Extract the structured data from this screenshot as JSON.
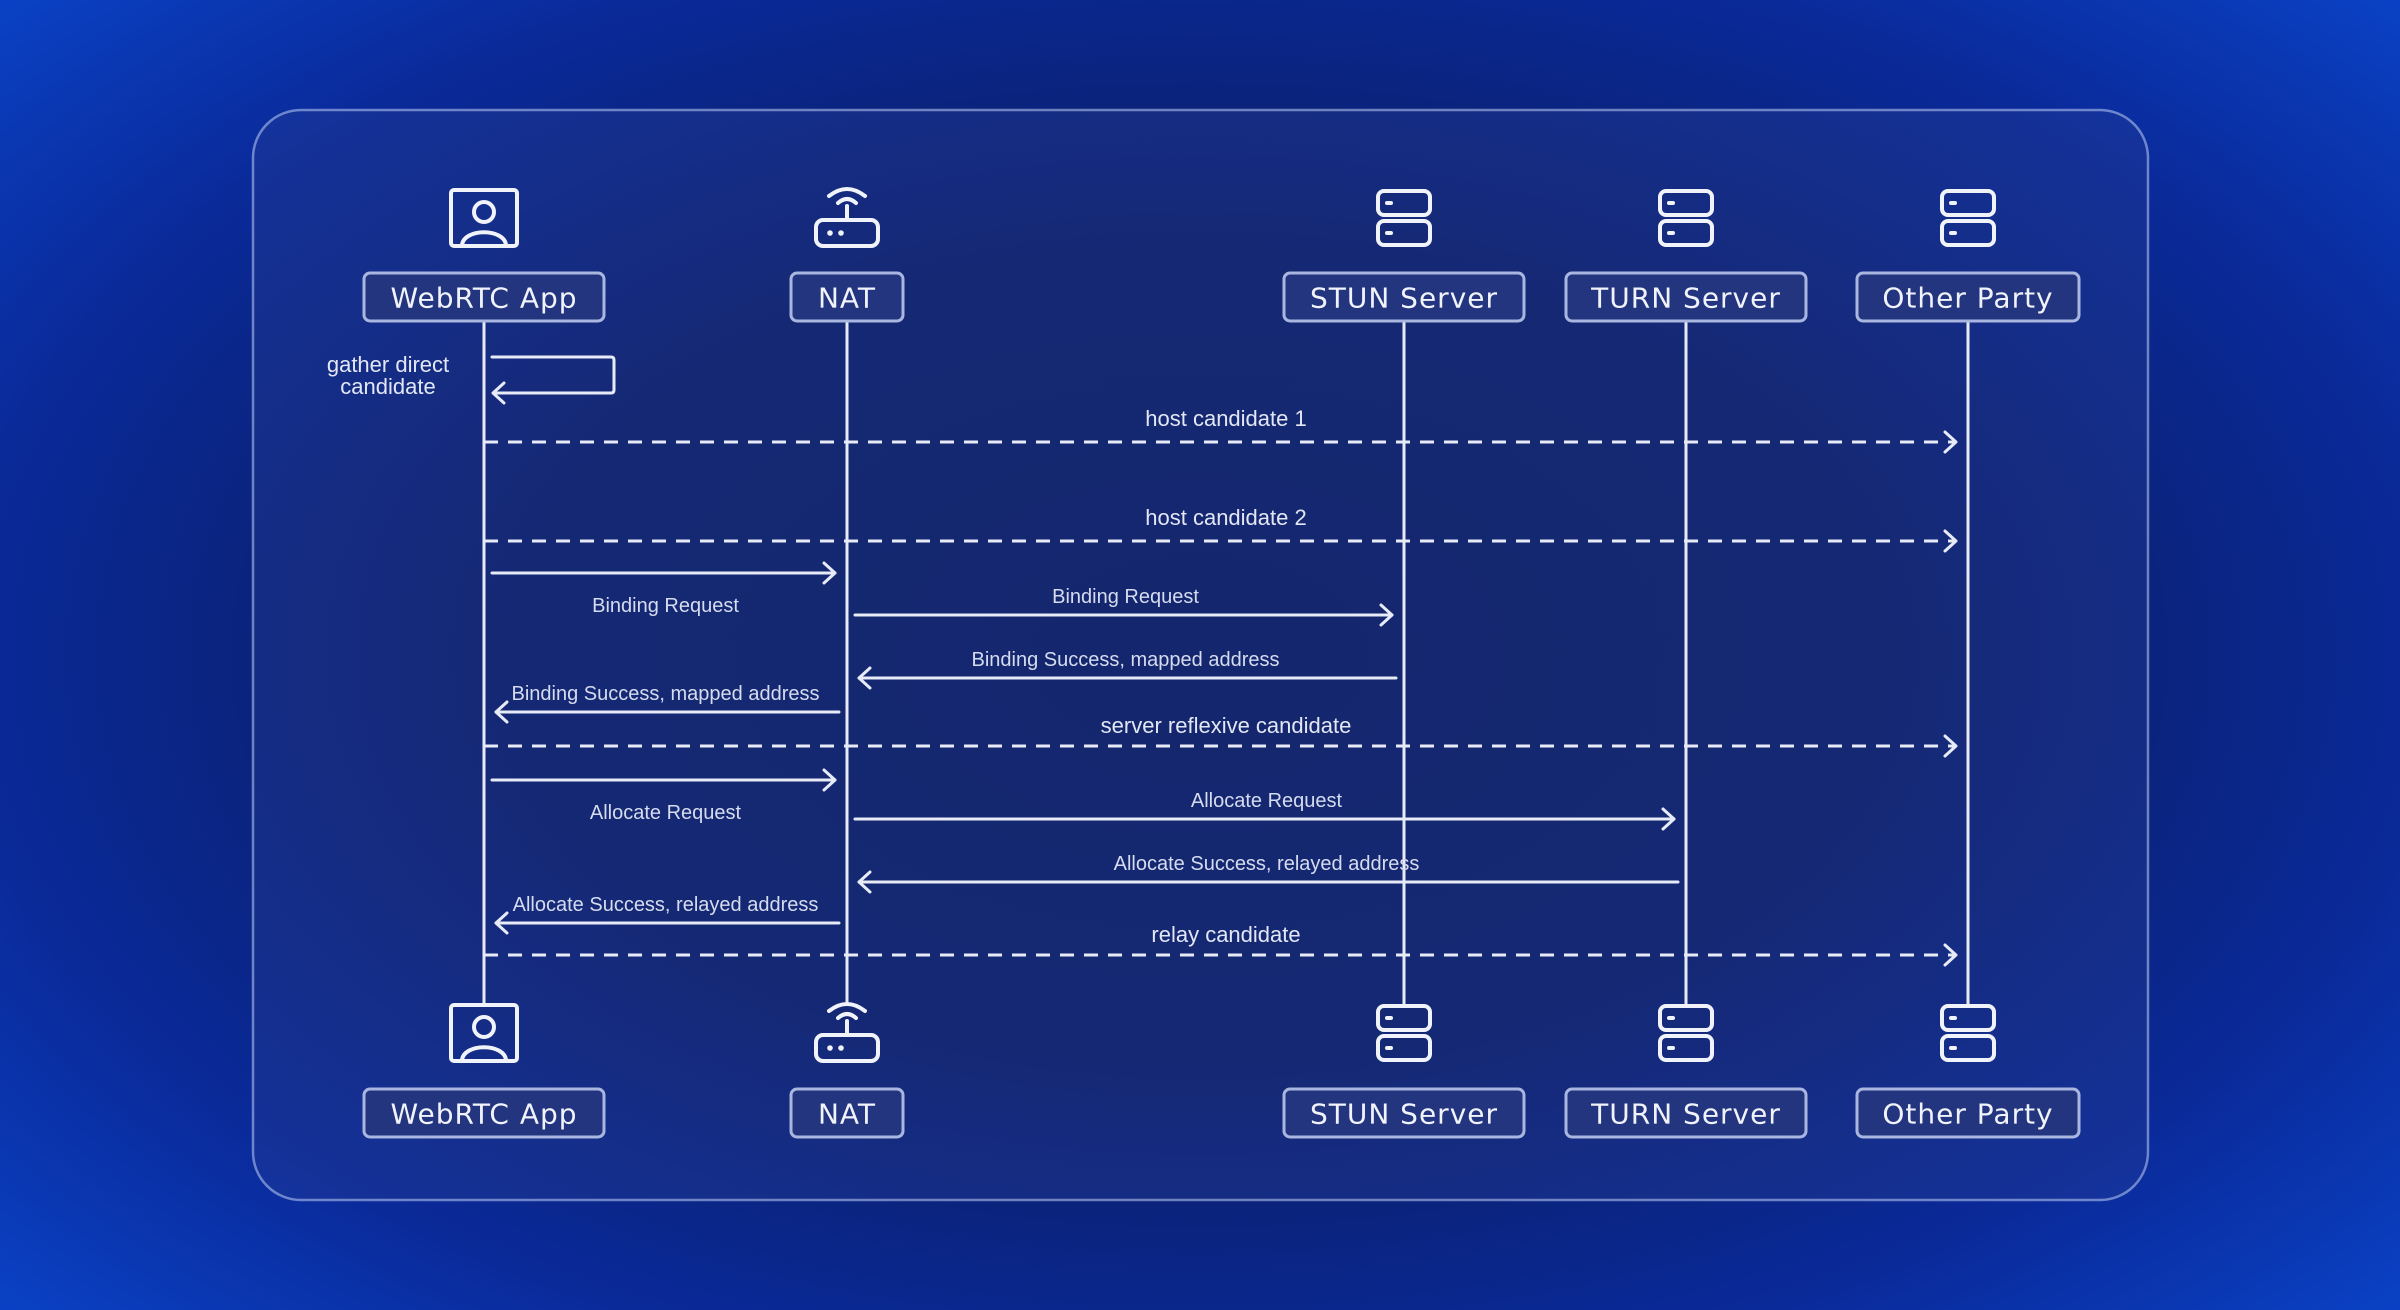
{
  "participants": [
    {
      "id": "app",
      "label": "WebRTC App",
      "icon": "user-portrait-icon"
    },
    {
      "id": "nat",
      "label": "NAT",
      "icon": "router-icon"
    },
    {
      "id": "stun",
      "label": "STUN Server",
      "icon": "server-icon"
    },
    {
      "id": "turn",
      "label": "TURN Server",
      "icon": "server-icon"
    },
    {
      "id": "other",
      "label": "Other Party",
      "icon": "server-icon"
    }
  ],
  "self_note": {
    "lines": [
      "gather direct",
      "candidate"
    ]
  },
  "messages": [
    {
      "label": "host candidate 1",
      "from": "app",
      "to": "other",
      "style": "dashed"
    },
    {
      "label": "host candidate 2",
      "from": "app",
      "to": "other",
      "style": "dashed"
    },
    {
      "label": "Binding Request",
      "from": "app",
      "to": "nat",
      "style": "solid"
    },
    {
      "label": "Binding Request",
      "from": "nat",
      "to": "stun",
      "style": "solid"
    },
    {
      "label": "Binding Success, mapped address",
      "from": "stun",
      "to": "nat",
      "style": "solid"
    },
    {
      "label": "Binding Success, mapped address",
      "from": "nat",
      "to": "app",
      "style": "solid"
    },
    {
      "label": "server reflexive candidate",
      "from": "app",
      "to": "other",
      "style": "dashed"
    },
    {
      "label": "Allocate Request",
      "from": "app",
      "to": "nat",
      "style": "solid"
    },
    {
      "label": "Allocate Request",
      "from": "nat",
      "to": "turn",
      "style": "solid"
    },
    {
      "label": "Allocate Success, relayed address",
      "from": "turn",
      "to": "nat",
      "style": "solid"
    },
    {
      "label": "Allocate Success, relayed address",
      "from": "nat",
      "to": "app",
      "style": "solid"
    },
    {
      "label": "relay candidate",
      "from": "app",
      "to": "other",
      "style": "dashed"
    }
  ],
  "colors": {
    "line": "#e7ebf7",
    "box_fill": "#24357f",
    "box_stroke": "#a9b6e0",
    "background": "#0b1d63"
  }
}
